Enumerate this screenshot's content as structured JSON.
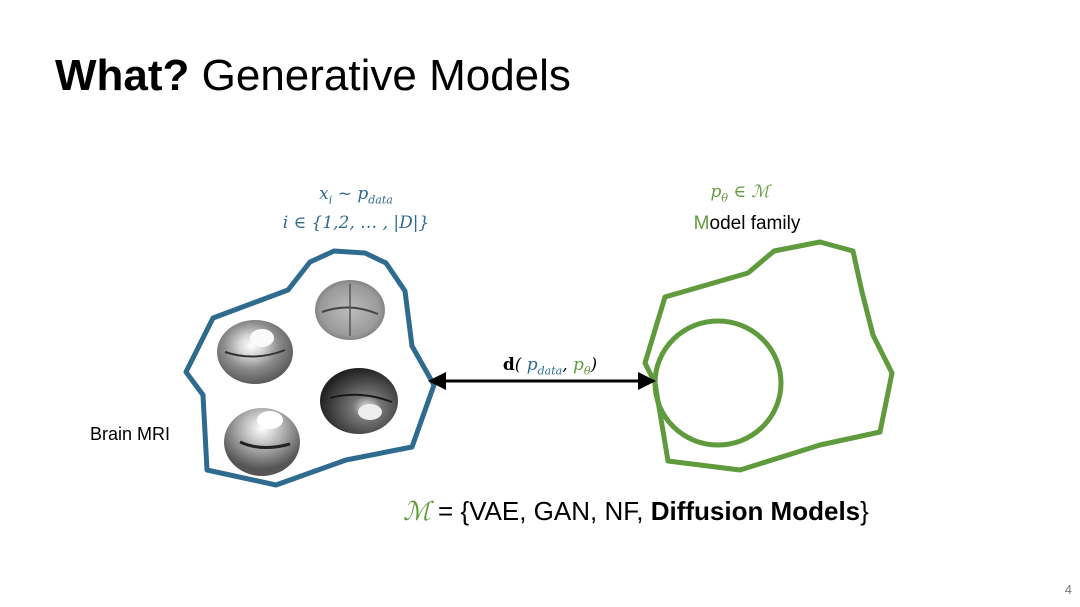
{
  "slide": {
    "title_bold": "What?",
    "title_rest": " Generative Models",
    "page_number": "4"
  },
  "data_side": {
    "sample_notation": "xi ~ pdata",
    "index_notation": "i ∈ {1,2, … , |D|}",
    "label": "Brain MRI",
    "outline_color": "#2f6b8f"
  },
  "model_side": {
    "param_notation": "pθ ∈ ℳ",
    "family_label_first": "M",
    "family_label_rest": "odel family",
    "outline_color": "#5f9a3d"
  },
  "distance": {
    "d": "d",
    "open": "( ",
    "p_data": "pdata",
    "sep": ", ",
    "p_theta": "pθ",
    "close": ")"
  },
  "model_set": {
    "symbol": "ℳ",
    "eq": " = {VAE, GAN, NF, ",
    "highlight": "Diffusion Models",
    "close": "}"
  },
  "icons": [
    "brain-mri-scan",
    "double-headed-arrow"
  ]
}
